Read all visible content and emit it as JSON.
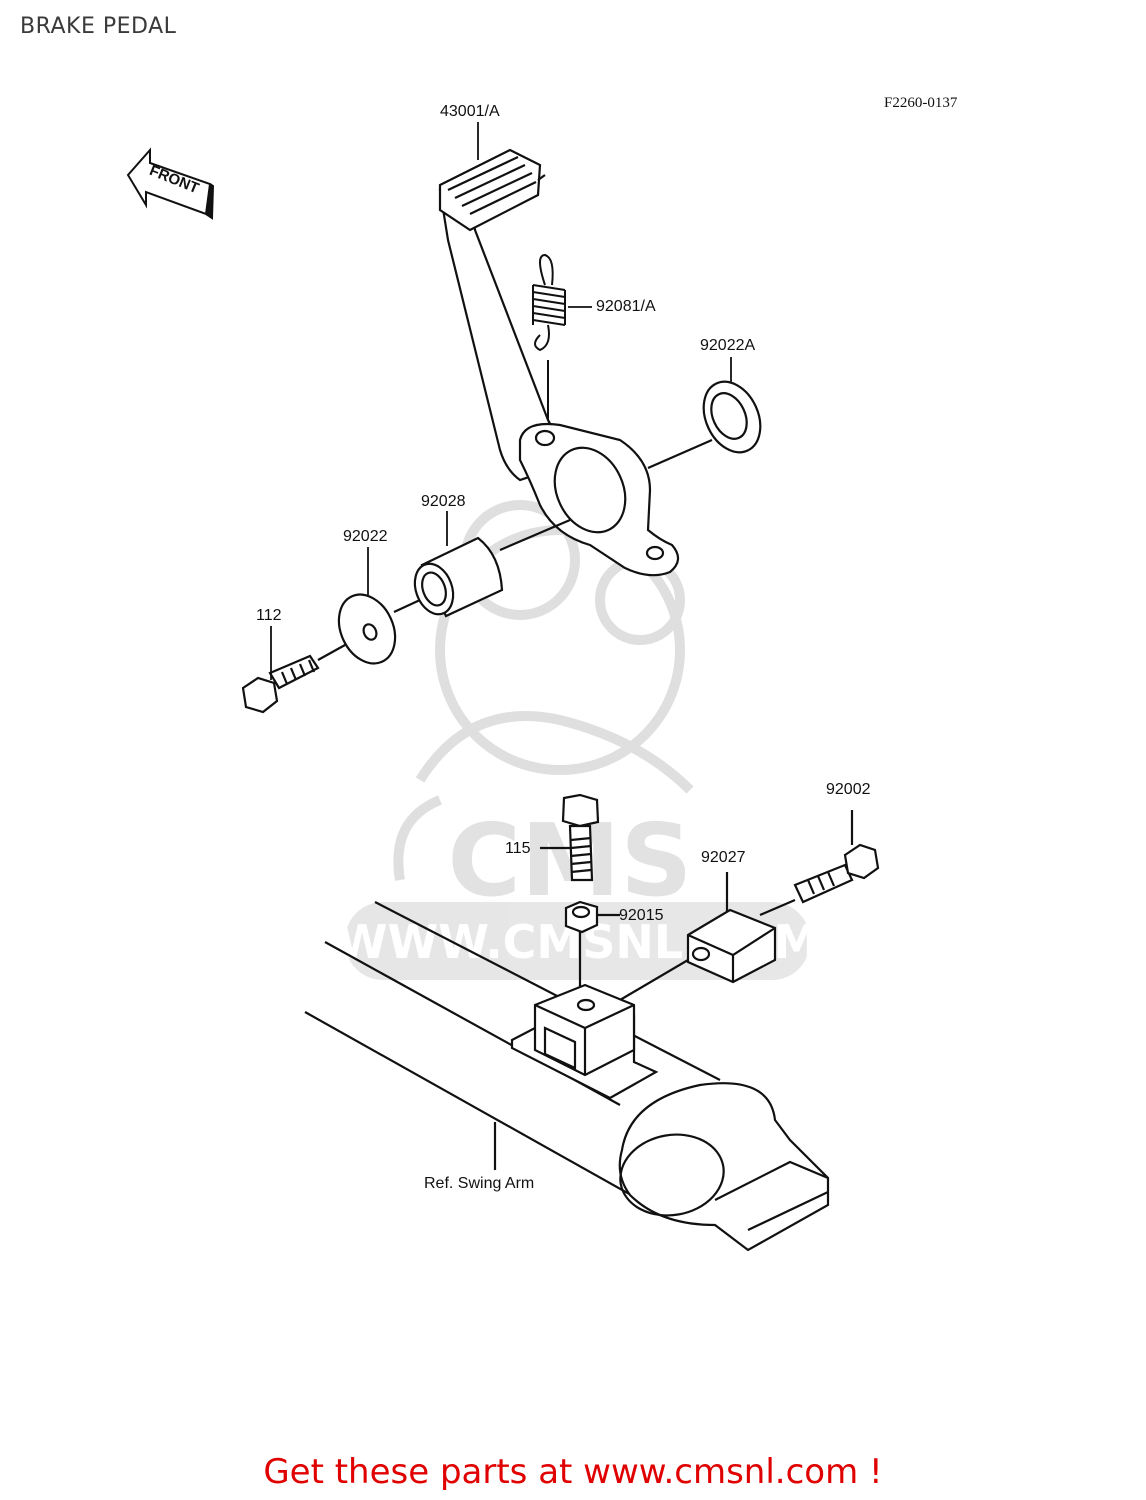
{
  "page": {
    "title": "BRAKE PEDAL",
    "figure_code": "F2260-0137",
    "footer": "Get these parts at www.cmsnl.com !"
  },
  "watermark": {
    "brand": "CMS",
    "url": "WWW.CMSNL.COM"
  },
  "front_arrow": {
    "label": "FRONT"
  },
  "callouts": {
    "pedal": "43001/A",
    "spring": "92081/A",
    "washer_large": "92022A",
    "collar": "92028",
    "washer": "92022",
    "bolt": "112",
    "bolt_115": "115",
    "nut": "92015",
    "bolt_92002": "92002",
    "block": "92027",
    "swing_arm": "Ref. Swing Arm"
  },
  "colors": {
    "line": "#111111",
    "watermark": "#d9d9d9",
    "footer": "#e00000"
  }
}
